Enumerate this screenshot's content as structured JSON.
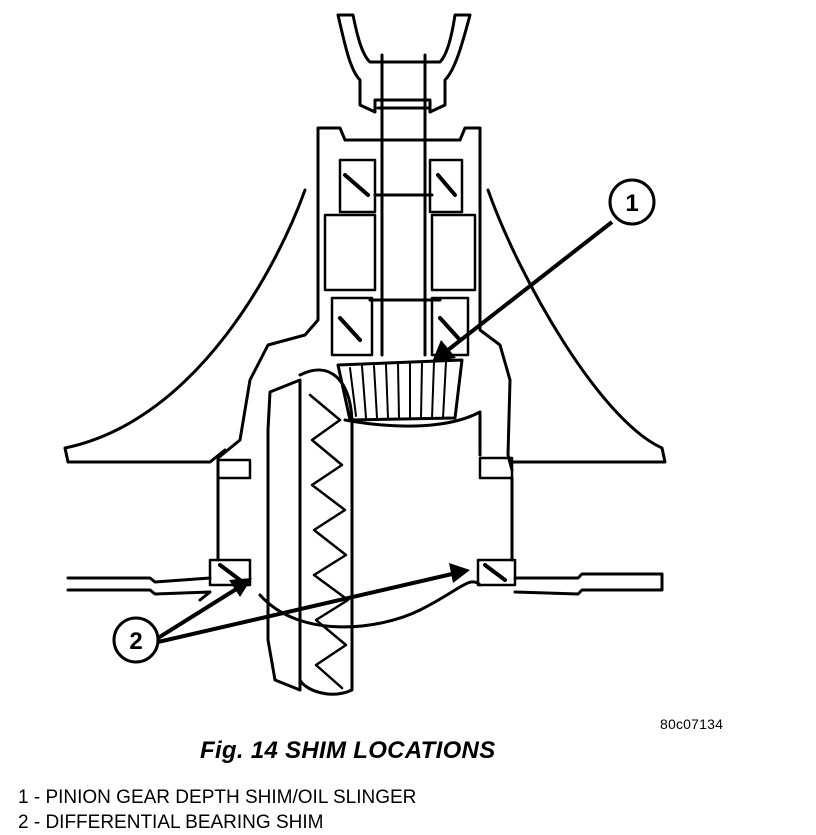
{
  "figure": {
    "code": "80c07134",
    "caption": "Fig. 14 SHIM LOCATIONS",
    "callouts": [
      "1",
      "2"
    ],
    "legend": [
      "1 - PINION GEAR DEPTH SHIM/OIL SLINGER",
      "2 - DIFFERENTIAL BEARING SHIM"
    ]
  }
}
